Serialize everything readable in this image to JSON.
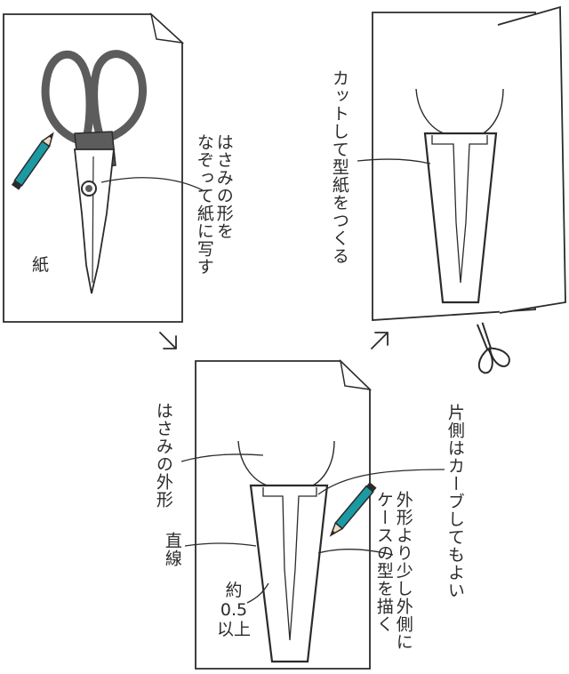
{
  "panel1": {
    "paper_label": "紙",
    "instruction": "はさみの形を\nなぞって紙に写す"
  },
  "panel2": {
    "instruction": "カットして型紙をつくる"
  },
  "panel3": {
    "outline_label": "はさみの外形",
    "straight_label": "直線",
    "margin_label": "約\n0.5\n以上",
    "curve_label": "片側はカーブしてもよい",
    "case_label": "外形より少し外側に\nケースの型を描く"
  },
  "colors": {
    "ink": "#2b2b2b",
    "pencil": "#1c9aa3",
    "paper": "#ffffff"
  }
}
